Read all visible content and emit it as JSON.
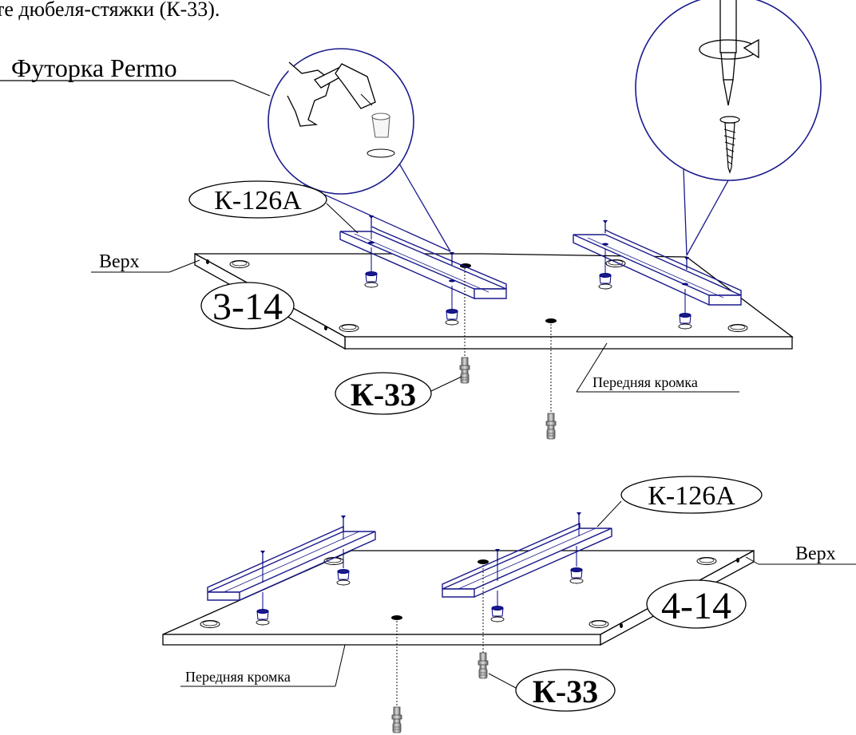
{
  "top_text": "те дюбеля-стяжки (К-33).",
  "top_assembly": {
    "futorka_label": "Футорка Permo",
    "bracket_label": "К-126А",
    "panel_label": "3-14",
    "top_side_label": "Верх",
    "dowel_label": "К-33",
    "front_edge_label": "Передняя кромка"
  },
  "bottom_assembly": {
    "bracket_label": "К-126А",
    "panel_label": "4-14",
    "top_side_label": "Верх",
    "dowel_label": "К-33",
    "front_edge_label": "Передняя кромка"
  },
  "colors": {
    "line": "#000000",
    "part_blue": "#1a1a8c",
    "hardware": "#000080",
    "dowel_gray": "#9a9a9a"
  }
}
